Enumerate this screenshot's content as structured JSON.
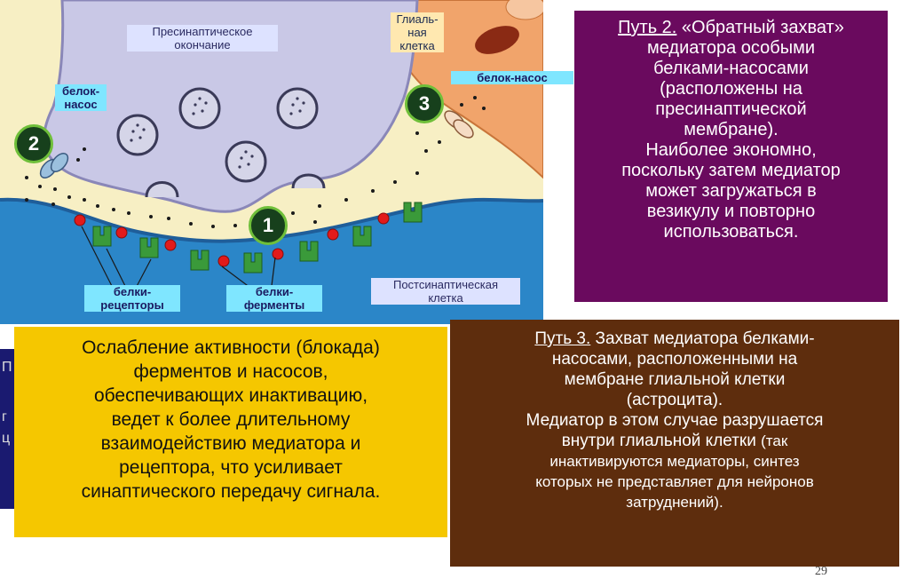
{
  "diagram": {
    "presynaptic_label": "Пресинаптическое\nокончание",
    "glial_label": "Глиаль-\nная\nклетка",
    "postsynaptic_label": "Постсинаптическая\nклетка",
    "pump_label_left": "белок-\nнасос",
    "pump_label_right": "белок-насос",
    "receptor_label": "белки-\nрецепторы",
    "enzyme_label": "белки-\nферменты",
    "marker_1": "1",
    "marker_2": "2",
    "marker_3": "3",
    "colors": {
      "background": "#f7efc4",
      "presynaptic": "#c9c8e6",
      "postsynaptic": "#2b86c8",
      "glial": "#f1a46b",
      "receptor": "#3a9a3a",
      "enzyme": "#e21b1b",
      "marker_fill": "#17401c",
      "label_cyan": "#7fe6ff"
    }
  },
  "path2": {
    "heading": "Путь 2.",
    "lines": [
      "«Обратный захват»",
      "медиатора особыми",
      "белками-насосами",
      "(расположены на",
      "пресинаптической",
      "мембране).",
      "Наиболее экономно,",
      "поскольку затем медиатор",
      "может загружаться в",
      "везикулу и повторно",
      "использоваться."
    ]
  },
  "path3": {
    "heading": "Путь 3.",
    "lines": [
      " Захват медиатора белками-",
      "насосами, расположенными на",
      "мембране глиальной клетки",
      "(астроцита).",
      "Медиатор в этом случае разрушается",
      "внутри глиальной клетки "
    ],
    "small_lines": [
      "(так",
      "инактивируются медиаторы, синтез",
      "которых не представляет для нейронов",
      "затруднений)."
    ]
  },
  "blockade": {
    "lines": [
      "Ослабление активности (блокада)",
      "ферментов и насосов,",
      "обеспечивающих инактивацию,",
      "ведет к более длительному",
      "взаимодействию медиатора и",
      "рецептора, что усиливает",
      "синаптического передачу сигнала."
    ]
  },
  "left_strip": [
    "П",
    "г",
    "ц"
  ],
  "page_number": "29"
}
